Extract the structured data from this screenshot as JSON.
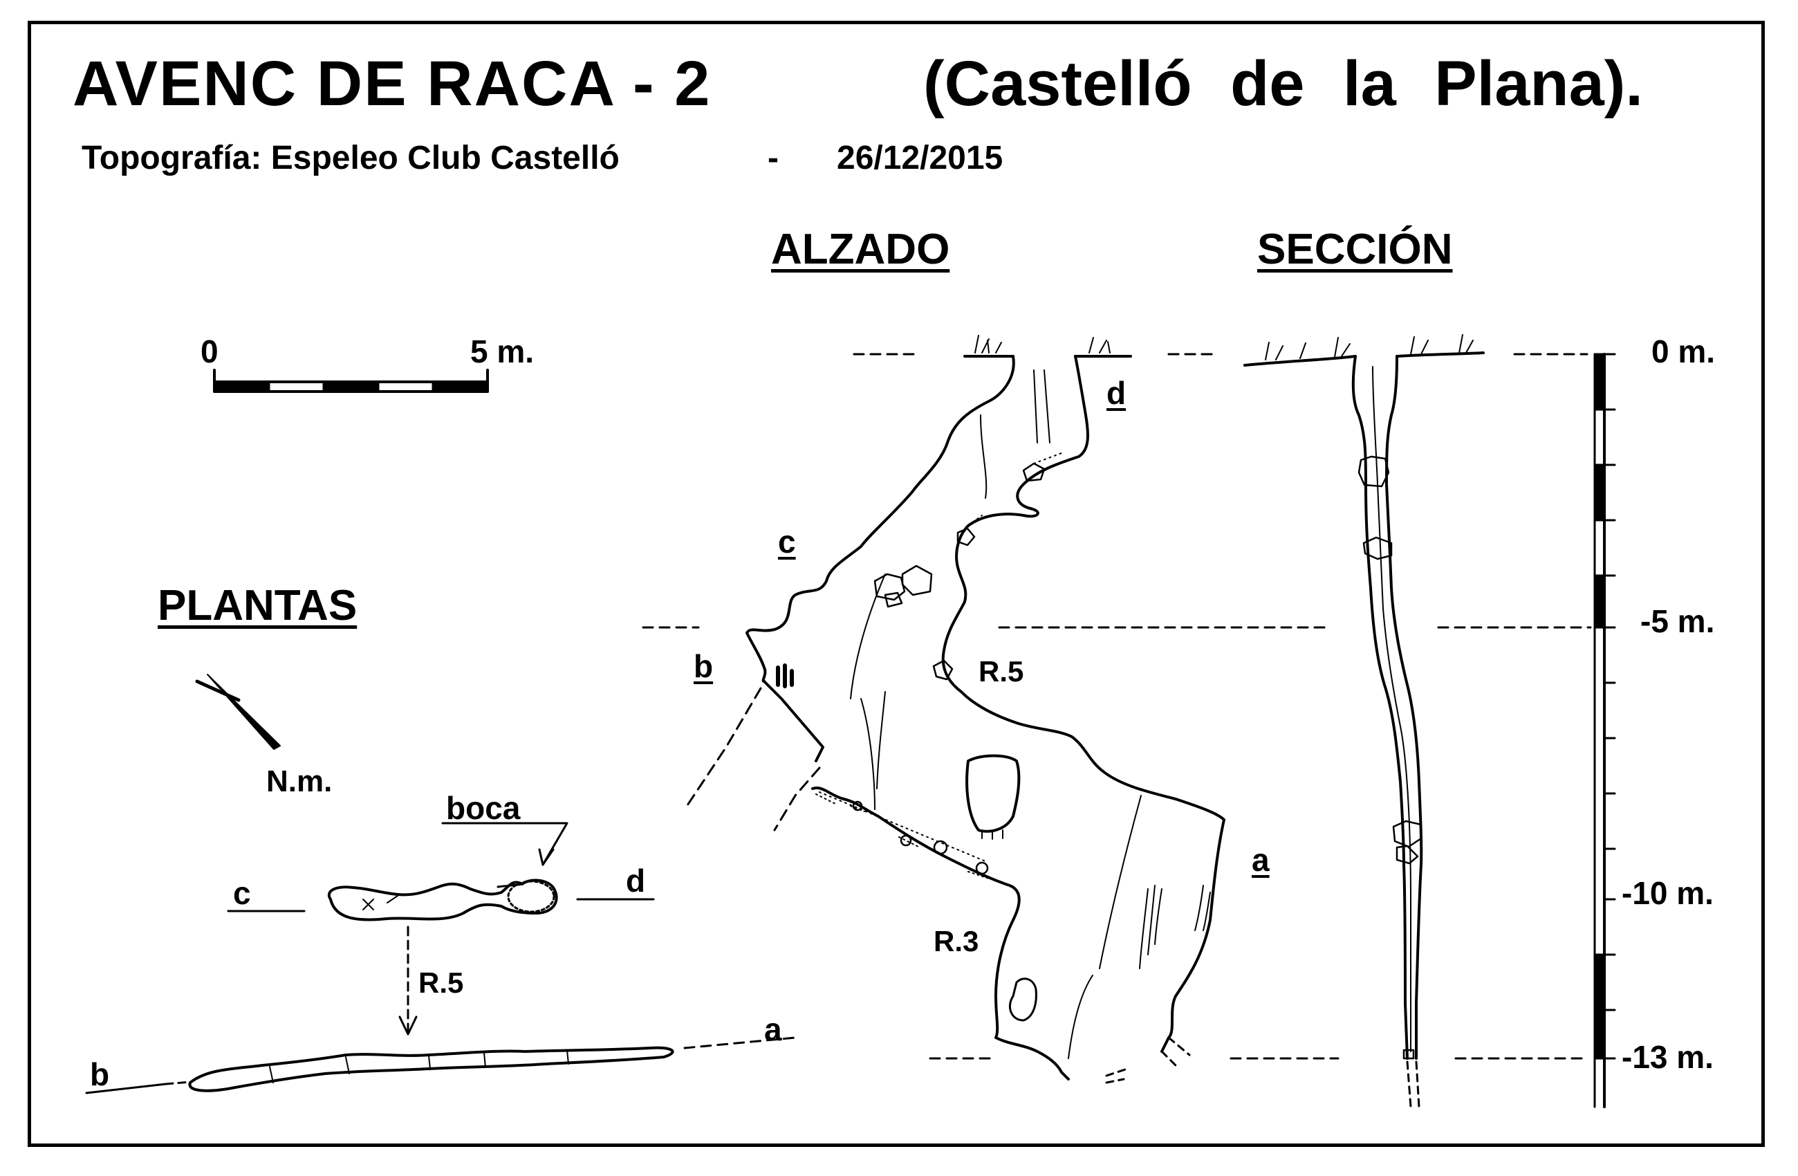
{
  "title": {
    "main": "AVENC DE RACA - 2",
    "location": "(Castelló de la Plana)."
  },
  "credits": {
    "survey_by": "Topografía: Espeleo Club Castelló",
    "separator": "-",
    "date": "26/12/2015"
  },
  "views": {
    "elevation": "ALZADO",
    "section": "SECCIÓN",
    "plan": "PLANTAS"
  },
  "scale_bar": {
    "start": "0",
    "end": "5 m."
  },
  "north": {
    "label": "N.m."
  },
  "plan_labels": {
    "entrance": "boca",
    "c": "c",
    "d": "d",
    "b": "b",
    "a": "a",
    "drop": "R.5"
  },
  "elevation_labels": {
    "c": "c",
    "d": "d",
    "b": "b",
    "a": "a",
    "drop_5": "R.5",
    "drop_3": "R.3"
  },
  "depth_scale": [
    {
      "label": "0 m.",
      "depth": 0
    },
    {
      "label": "-5 m.",
      "depth": -5
    },
    {
      "label": "-10 m.",
      "depth": -10
    },
    {
      "label": "-13 m.",
      "depth": -13
    }
  ],
  "colors": {
    "ink": "#000000",
    "paper": "#ffffff"
  }
}
